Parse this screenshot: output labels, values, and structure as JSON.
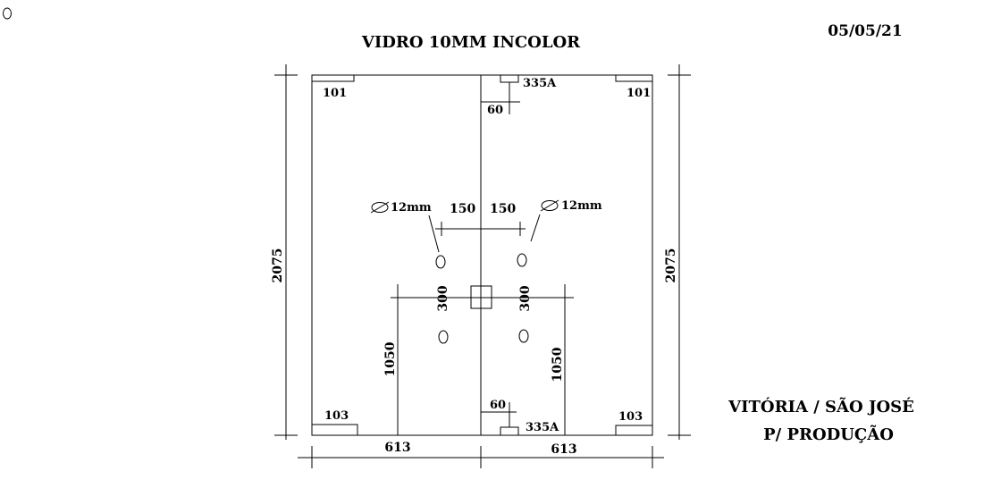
{
  "title": "VIDRO 10MM INCOLOR",
  "date": "05/05/21",
  "client": "VITÓRIA / SÃO JOSÉ",
  "purpose": "P/ PRODUÇÃO",
  "overall": {
    "height": "2075",
    "width_left": "613",
    "width_right": "613"
  },
  "hardware": {
    "top_left": "101",
    "top_right": "101",
    "bottom_left": "103",
    "bottom_right": "103",
    "top_center": "335A",
    "bottom_center": "335A"
  },
  "dimensions": {
    "top_center_offset": "60",
    "bottom_center_offset": "60",
    "hole_spacing_left": "150",
    "hole_spacing_right": "150",
    "vertical_spacing_left": "300",
    "vertical_spacing_right": "300",
    "handle_height_left": "1050",
    "handle_height_right": "1050"
  },
  "holes": {
    "diameter_left": "12mm",
    "diameter_right": "12mm"
  }
}
